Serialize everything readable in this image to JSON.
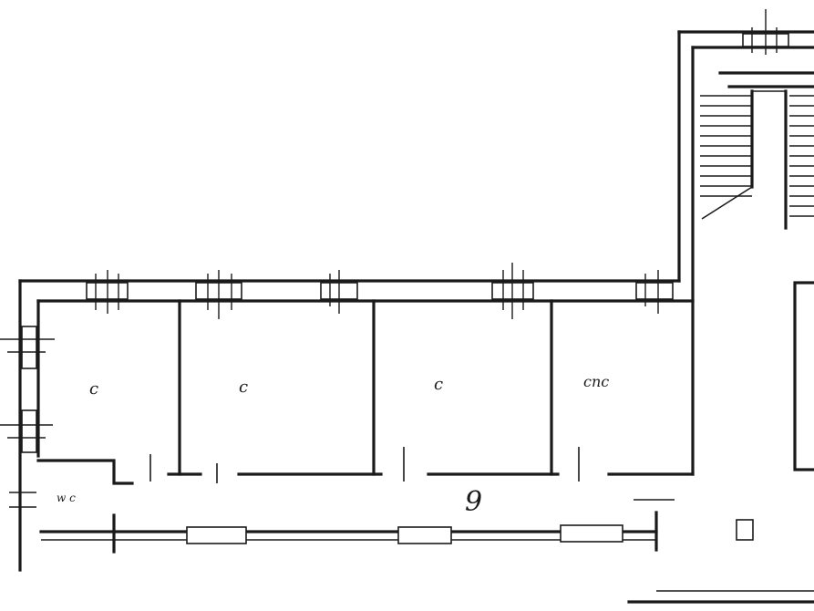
{
  "rooms": [
    {
      "id": "room-1",
      "label": "c"
    },
    {
      "id": "room-2",
      "label": "c"
    },
    {
      "id": "room-3",
      "label": "c"
    },
    {
      "id": "room-4",
      "label": "cnc"
    },
    {
      "id": "wc",
      "label": "w c"
    }
  ],
  "corridor_label": "9",
  "colors": {
    "ink": "#1a1a1a",
    "paper": "#ffffff"
  }
}
